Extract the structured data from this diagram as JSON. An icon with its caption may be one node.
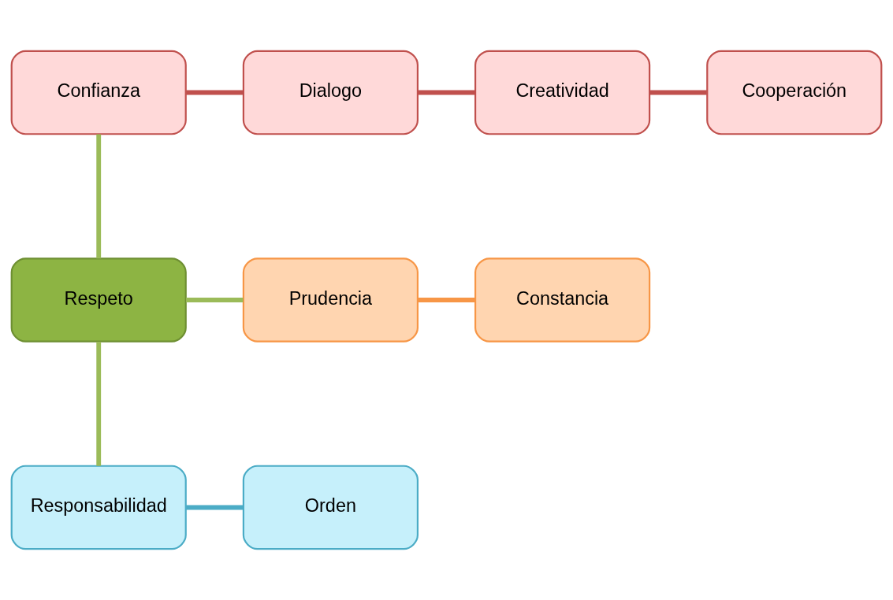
{
  "diagram": {
    "nodes": [
      {
        "text": [
          "Confianza"
        ]
      },
      {
        "text": [
          "Dialogo"
        ]
      },
      {
        "text": [
          "Creatividad"
        ]
      },
      {
        "text": [
          "Cooperación"
        ]
      },
      {
        "text": [
          "Respeto"
        ]
      },
      {
        "text": [
          "Prudencia"
        ]
      },
      {
        "text": [
          "Constancia"
        ]
      },
      {
        "text": [
          "Responsabilidad"
        ]
      },
      {
        "text": [
          "Orden"
        ]
      }
    ],
    "edges": [
      {
        "from": 0,
        "to": 1,
        "arrow": "none",
        "color": "#c0504d"
      },
      {
        "from": 1,
        "to": 2,
        "arrow": "none",
        "color": "#c0504d"
      },
      {
        "from": 2,
        "to": 3,
        "arrow": "none",
        "color": "#c0504d"
      },
      {
        "from": 0,
        "to": 4,
        "arrow": "none",
        "color": "#9bbb59"
      },
      {
        "from": 4,
        "to": 5,
        "arrow": "none",
        "color": "#9bbb59"
      },
      {
        "from": 5,
        "to": 6,
        "arrow": "none",
        "color": "#f79646"
      },
      {
        "from": 4,
        "to": 7,
        "arrow": "none",
        "color": "#9bbb59"
      },
      {
        "from": 7,
        "to": 8,
        "arrow": "none",
        "color": "#4bacc6"
      }
    ]
  }
}
